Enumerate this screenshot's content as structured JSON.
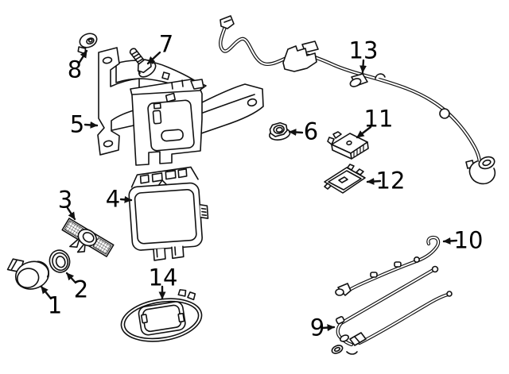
{
  "figure": {
    "kind": "exploded-parts-diagram",
    "background_color": "#ffffff",
    "line_color": "#111111"
  },
  "callouts": [
    {
      "label": "1"
    },
    {
      "label": "2"
    },
    {
      "label": "3"
    },
    {
      "label": "4"
    },
    {
      "label": "5"
    },
    {
      "label": "6"
    },
    {
      "label": "7"
    },
    {
      "label": "8"
    },
    {
      "label": "9"
    },
    {
      "label": "10"
    },
    {
      "label": "11"
    },
    {
      "label": "12"
    },
    {
      "label": "13"
    },
    {
      "label": "14"
    }
  ]
}
